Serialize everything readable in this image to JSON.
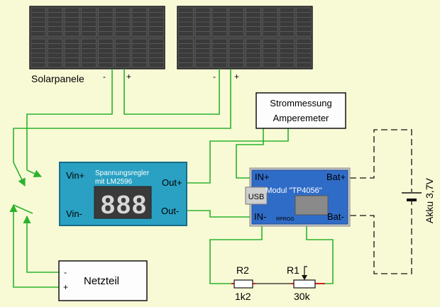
{
  "solar": {
    "label": "Solarpanele",
    "minus": "-",
    "plus": "+"
  },
  "regulator": {
    "vin_plus": "Vin+",
    "vin_minus": "Vin-",
    "out_plus": "Out+",
    "out_minus": "Out-",
    "title_line1": "Spannungsregler",
    "title_line2": "mit LM2596",
    "display": "888"
  },
  "ammeter": {
    "line1": "Strommessung",
    "line2": "Amperemeter"
  },
  "charger": {
    "title": "Modul \"TP4056\"",
    "usb": "USB",
    "in_plus": "IN+",
    "in_minus": "IN-",
    "bat_plus": "Bat+",
    "bat_minus": "Bat-",
    "rprog": "RPROG"
  },
  "battery": {
    "label": "Akku 3,7V"
  },
  "psu": {
    "label": "Netzteil",
    "minus": "-",
    "plus": "+"
  },
  "resistors": {
    "r2": {
      "name": "R2",
      "value": "1k2"
    },
    "r1": {
      "name": "R1",
      "value": "30k"
    }
  },
  "colors": {
    "background": "#f8fad6",
    "wire": "#2bb32b",
    "regulator": "#2aa1c3",
    "charger": "#2f6cc7",
    "panel": "#3e3e3e",
    "resistor_lead": "#d02020"
  }
}
